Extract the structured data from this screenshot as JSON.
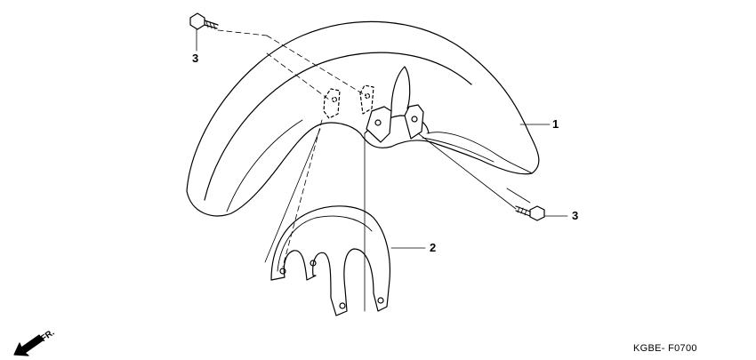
{
  "diagram": {
    "callouts": {
      "bolt_top": "3",
      "fender": "1",
      "bracket": "2",
      "bolt_right": "3"
    },
    "direction_label": "FR.",
    "diagram_code": "KGBE- F0700"
  },
  "colors": {
    "line": "#000000",
    "background": "#ffffff"
  }
}
